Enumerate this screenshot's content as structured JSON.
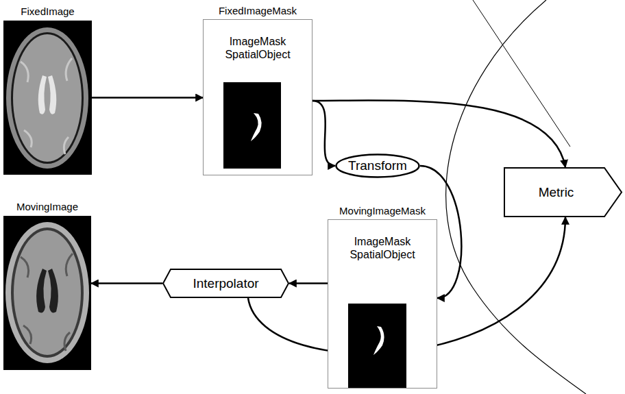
{
  "diagram": {
    "nodes": [
      {
        "text": [
          "FixedImage"
        ]
      },
      {
        "text": [
          "FixedImageMask",
          "ImageMask SpatialObject"
        ]
      },
      {
        "text": [
          "Transform"
        ]
      },
      {
        "text": [
          "Metric"
        ]
      },
      {
        "text": [
          "MovingImage"
        ]
      },
      {
        "text": [
          "Interpolator"
        ]
      },
      {
        "text": [
          "MovingImageMask",
          "ImageMask SpatialObject"
        ]
      }
    ],
    "edges": [
      {
        "from": 0,
        "to": 1,
        "arrow": "to"
      },
      {
        "from": 1,
        "to": 3,
        "arrow": "to"
      },
      {
        "from": 1,
        "to": 2,
        "arrow": "to"
      },
      {
        "from": 2,
        "to": 6,
        "arrow": "to"
      },
      {
        "from": 6,
        "to": 5,
        "arrow": "to"
      },
      {
        "from": 5,
        "to": 4,
        "arrow": "to"
      },
      {
        "from": 5,
        "to": 3,
        "arrow": "to"
      }
    ]
  }
}
